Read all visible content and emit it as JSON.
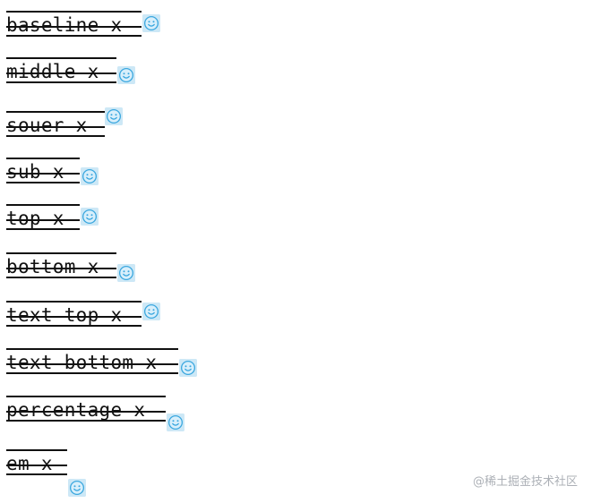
{
  "rows": [
    {
      "label": "baseline x "
    },
    {
      "label": "middle x "
    },
    {
      "label": "souer x "
    },
    {
      "label": "sub x "
    },
    {
      "label": "top x "
    },
    {
      "label": "bottom x "
    },
    {
      "label": "text top x "
    },
    {
      "label": "text bottom x "
    },
    {
      "label": "percentage x "
    },
    {
      "label": "em x "
    }
  ],
  "watermark": "@稀土掘金技术社区",
  "icon": "smiley-face-icon",
  "colors": {
    "text": "#111111",
    "line": "#111111",
    "emoji_face": "#3aa7df",
    "emoji_bg": "#cde8f6",
    "watermark": "#9ea3aa"
  }
}
